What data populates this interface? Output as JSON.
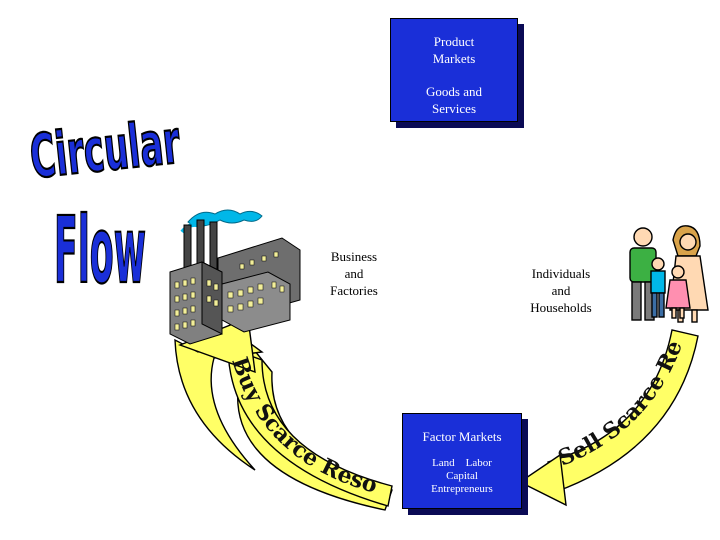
{
  "title": {
    "word1": "Circular",
    "word2": "Flow",
    "color": "#1a2fd8"
  },
  "product_markets": {
    "line1": "Product",
    "line2": "Markets",
    "line3": "Goods and",
    "line4": "Services"
  },
  "factor_markets": {
    "line1": "Factor Markets",
    "line2": "Land    Labor",
    "line3": "Capital",
    "line4": "Entrepreneurs"
  },
  "business": {
    "line1": "Business",
    "line2": "and",
    "line3": "Factories"
  },
  "households": {
    "line1": "Individuals",
    "line2": "and",
    "line3": "Households"
  },
  "arrows": {
    "left_text": "Buy Scarce Resources",
    "right_text": "Sell Scarce Resources",
    "fill": "#ffff66"
  },
  "icons": [
    "factory-icon",
    "family-icon"
  ]
}
